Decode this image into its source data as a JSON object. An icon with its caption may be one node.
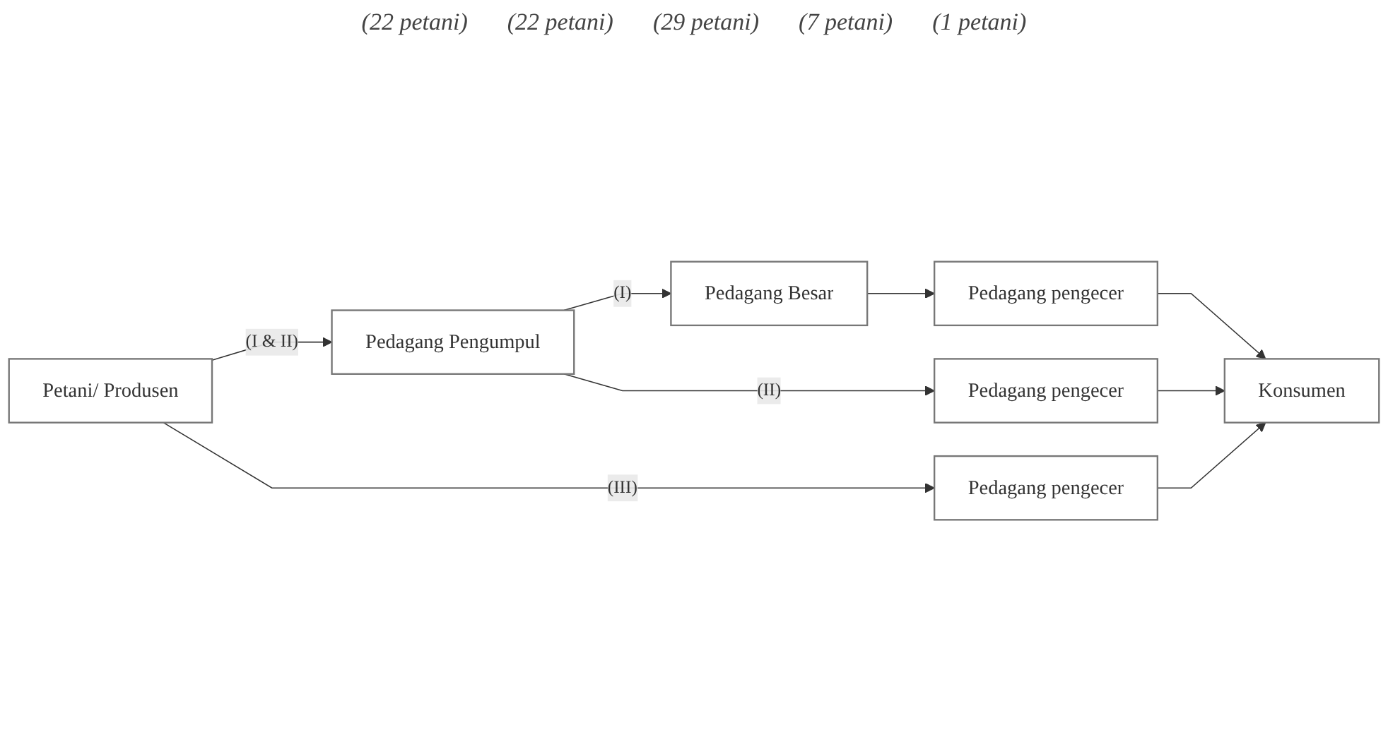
{
  "diagram": {
    "nodes": [
      {
        "text": [
          "Petani/ Produsen"
        ]
      },
      {
        "text": [
          "Pedagang Pengumpul"
        ]
      },
      {
        "text": [
          "Pedagang Besar"
        ]
      },
      {
        "text": [
          "Pedagang pengecer"
        ]
      },
      {
        "text": [
          "Pedagang pengecer"
        ]
      },
      {
        "text": [
          "Pedagang pengecer"
        ]
      },
      {
        "text": [
          "Konsumen"
        ]
      }
    ],
    "edges": [
      {
        "from": 0,
        "to": 1,
        "arrow": "to",
        "label": "(I & II)"
      },
      {
        "from": 0,
        "to": 5,
        "arrow": "to",
        "label": "(III)"
      },
      {
        "from": 1,
        "to": 2,
        "arrow": "to",
        "label": "(I)"
      },
      {
        "from": 1,
        "to": 4,
        "arrow": "to",
        "label": "(II)"
      },
      {
        "from": 2,
        "to": 3,
        "arrow": "to"
      },
      {
        "from": 3,
        "to": 6,
        "arrow": "to"
      },
      {
        "from": 4,
        "to": 6,
        "arrow": "to"
      },
      {
        "from": 5,
        "to": 6,
        "arrow": "to"
      }
    ],
    "labels": [
      "(22 petani)",
      "(22 petani)",
      "(29 petani)",
      "(7 petani)",
      "(1 petani)"
    ]
  }
}
